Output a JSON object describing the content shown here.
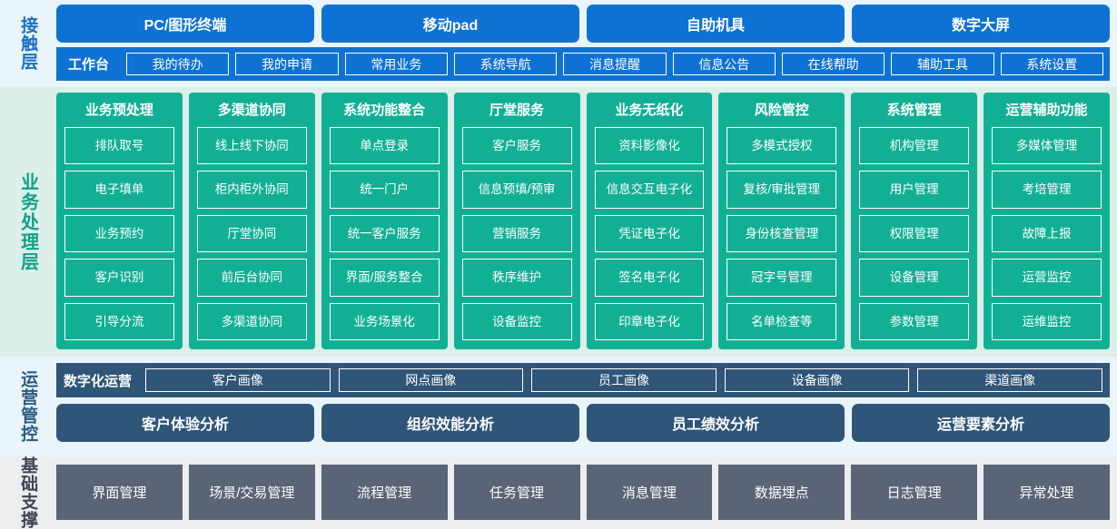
{
  "layers": [
    {
      "label": "接触层",
      "channels": [
        "PC/图形终端",
        "移动pad",
        "自助机具",
        "数字大屏"
      ],
      "bar_title": "工作台",
      "bar_items": [
        "我的待办",
        "我的申请",
        "常用业务",
        "系统导航",
        "消息提醒",
        "信息公告",
        "在线帮助",
        "辅助工具",
        "系统设置"
      ]
    },
    {
      "label": "业务处理层",
      "columns": [
        {
          "title": "业务预处理",
          "items": [
            "排队取号",
            "电子填单",
            "业务预约",
            "客户识别",
            "引导分流"
          ]
        },
        {
          "title": "多渠道协同",
          "items": [
            "线上线下协同",
            "柜内柜外协同",
            "厅堂协同",
            "前后台协同",
            "多渠道协同"
          ]
        },
        {
          "title": "系统功能整合",
          "items": [
            "单点登录",
            "统一门户",
            "统一客户服务",
            "界面/服务整合",
            "业务场景化"
          ]
        },
        {
          "title": "厅堂服务",
          "items": [
            "客户服务",
            "信息预填/预审",
            "营销服务",
            "秩序维护",
            "设备监控"
          ]
        },
        {
          "title": "业务无纸化",
          "items": [
            "资料影像化",
            "信息交互电子化",
            "凭证电子化",
            "签名电子化",
            "印章电子化"
          ]
        },
        {
          "title": "风险管控",
          "items": [
            "多模式授权",
            "复核/审批管理",
            "身份核查管理",
            "冠字号管理",
            "名单检查等"
          ]
        },
        {
          "title": "系统管理",
          "items": [
            "机构管理",
            "用户管理",
            "权限管理",
            "设备管理",
            "参数管理"
          ]
        },
        {
          "title": "运营辅助功能",
          "items": [
            "多媒体管理",
            "考培管理",
            "故障上报",
            "运营监控",
            "运维监控"
          ]
        }
      ]
    },
    {
      "label": "运营管控",
      "row1_title": "数字化运营",
      "row1_items": [
        "客户画像",
        "网点画像",
        "员工画像",
        "设备画像",
        "渠道画像"
      ],
      "row2_items": [
        "客户体验分析",
        "组织效能分析",
        "员工绩效分析",
        "运营要素分析"
      ]
    },
    {
      "label": "基础支撑",
      "items": [
        "界面管理",
        "场景/交易管理",
        "流程管理",
        "任务管理",
        "消息管理",
        "数据埋点",
        "日志管理",
        "异常处理"
      ]
    }
  ],
  "colors": {
    "contact_band": "#eaf4fb",
    "contact_blue": "#0e72d4",
    "business_band": "#dcefe9",
    "business_teal": "#11b095",
    "operations_band": "#e9f5fb",
    "operations_navy": "#2f5578",
    "foundation_band": "#eceef0",
    "foundation_gray": "#5a6476"
  }
}
